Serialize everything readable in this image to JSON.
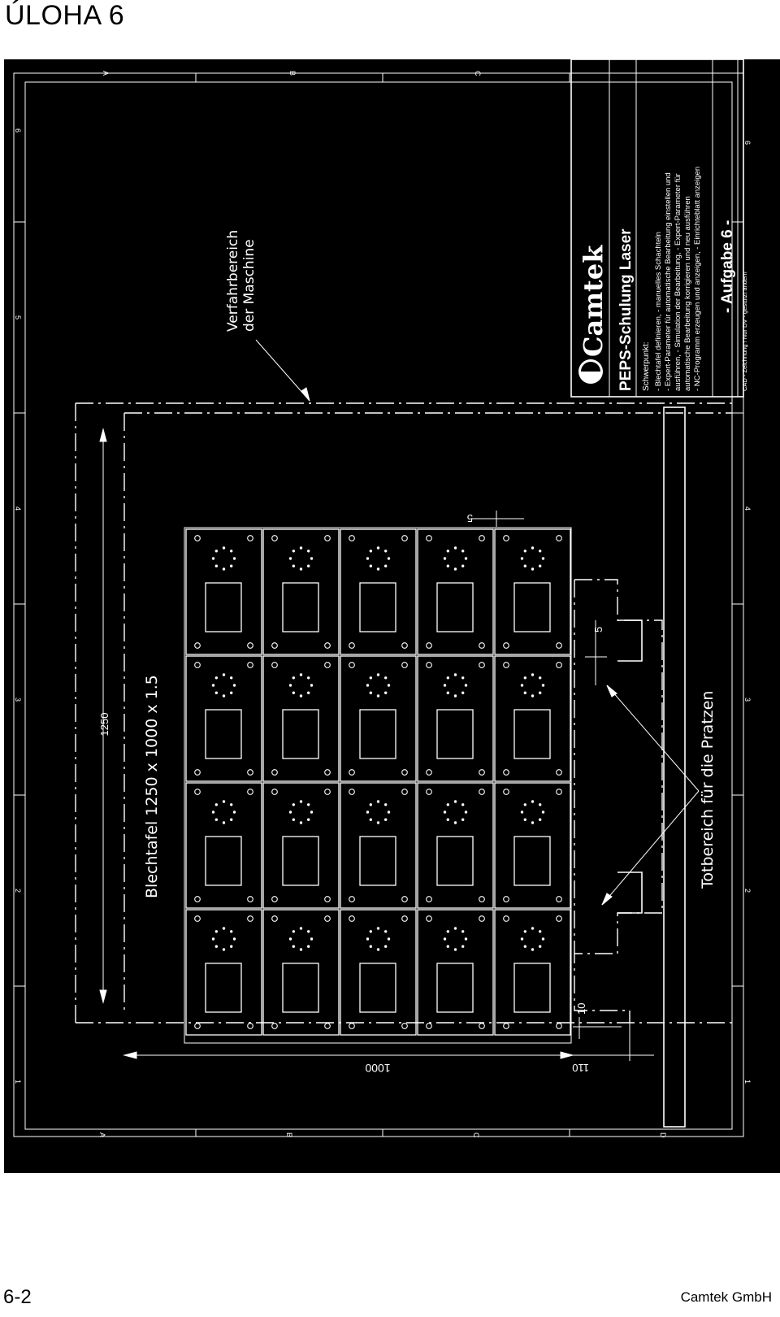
{
  "page": {
    "heading": "ÚLOHA 6",
    "footer_page": "6-2",
    "footer_company": "Camtek GmbH"
  },
  "drawing": {
    "grid_numbers": [
      "1",
      "2",
      "3",
      "4",
      "5",
      "6"
    ],
    "grid_letters": [
      "A",
      "B",
      "C",
      "D"
    ],
    "labels": {
      "travel_range_line1": "Verfahrbereich",
      "travel_range_line2": "der Maschine",
      "sheet_label": "Blechtafel 1250 x 1000 x 1.5",
      "dead_zone": "Totbereich für die Pratzen"
    },
    "dimensions": {
      "length": "1250",
      "width": "1000",
      "offset_110": "110",
      "offset_10": "10",
      "gap_5_top": "5",
      "gap_5_side": "5"
    },
    "title_block": {
      "logo_text": "Camtek",
      "title": "PEPS-Schulung Laser",
      "focus_heading": "Schwerpunkt:",
      "focus_lines": [
        "- Blechtafel definieren, - manuelles Schachteln",
        "- Expert-Parameter für automatische Bearbeitung einstellen und",
        "ausführen, - Simulation der Bearbeitung, - Expert-Parameter für",
        "automatische Bearbeitung korrigieren und neu ausführen",
        "- NC-Programm erzeugen und anzeigen, - Einrichteblatt anzeigen"
      ],
      "task": "- Aufgabe 6 -",
      "footer": "CAD - Zeichnung ! Nur DV - gestützt ändern"
    },
    "nest_grid": {
      "rows": 5,
      "cols": 4
    }
  }
}
